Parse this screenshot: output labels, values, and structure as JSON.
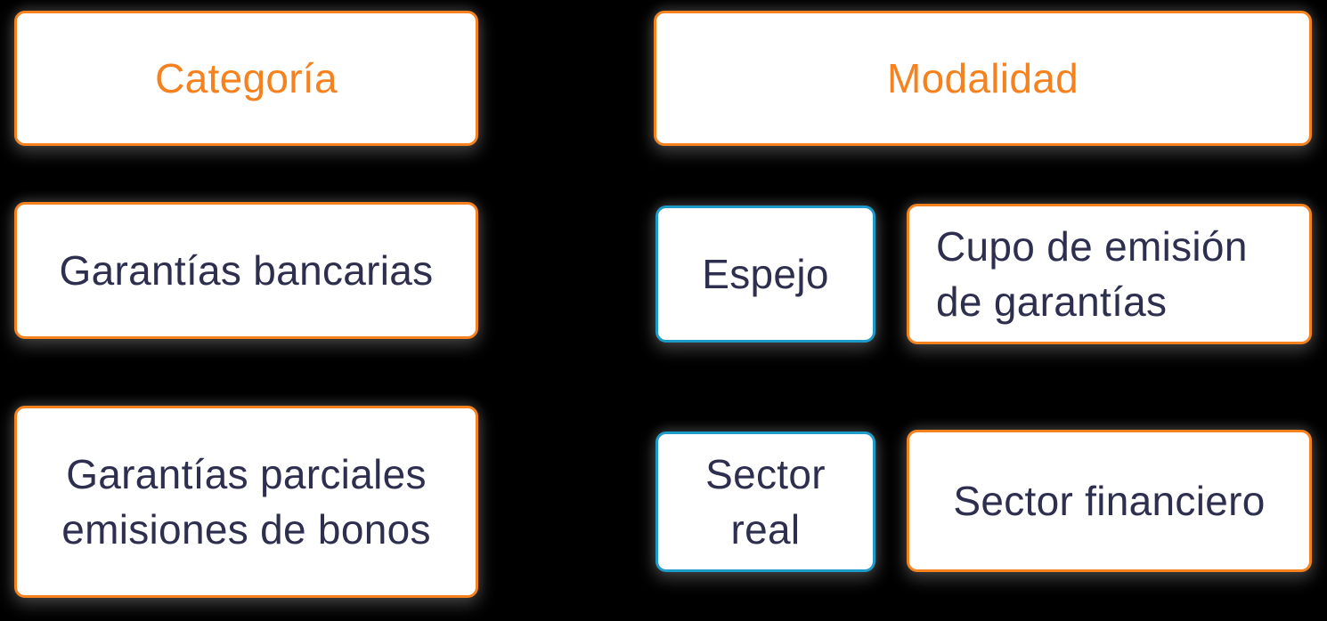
{
  "colors": {
    "background": "#000000",
    "box_background": "#ffffff",
    "orange": "#f5821f",
    "navy": "#2e2e4f",
    "blue": "#1d9bc9"
  },
  "left_column": {
    "header": "Categoría",
    "items": [
      "Garantías bancarias",
      "Garantías parciales emisiones de bonos"
    ]
  },
  "right_column": {
    "header": "Modalidad",
    "rows": [
      {
        "modality": "Espejo",
        "value": "Cupo de emisión de garantías"
      },
      {
        "modality": "Sector real",
        "value": "Sector financiero"
      }
    ]
  }
}
